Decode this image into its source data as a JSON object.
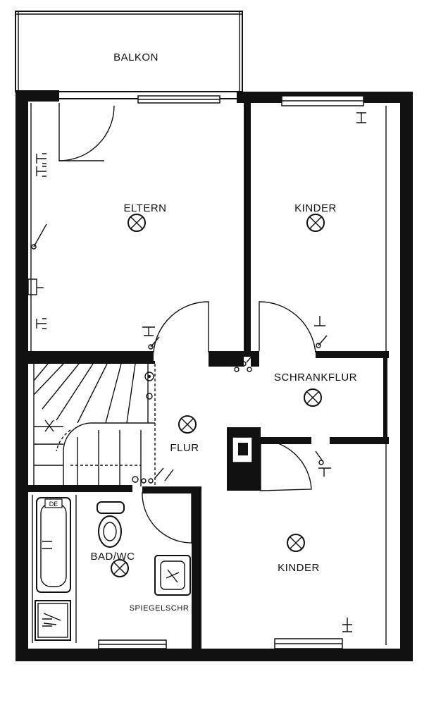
{
  "rooms": {
    "balkon": "BALKON",
    "eltern": "ELTERN",
    "kinder_top": "KINDER",
    "schrankflur": "SCHRANKFLUR",
    "flur": "FLUR",
    "bad_wc": "BAD/WC",
    "kinder_bottom": "KINDER",
    "spiegelschrank": "SPIEGELSCHR",
    "bath_label": "DE"
  },
  "colors": {
    "ink": "#111111",
    "paper": "#ffffff"
  },
  "symbols": [
    "ceiling-light-icon",
    "light-switch-icon",
    "socket-icon",
    "door-swing-icon"
  ]
}
